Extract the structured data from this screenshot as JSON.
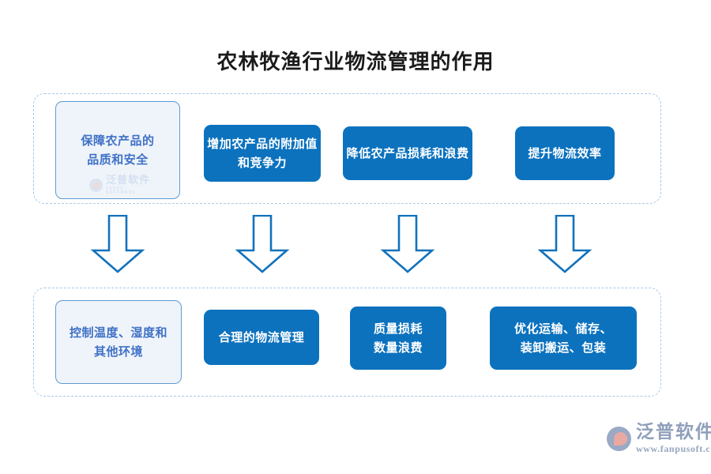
{
  "page": {
    "title": "农林牧渔行业物流管理的作用",
    "background": "#ffffff",
    "accent_blue": "#0C72BE",
    "light_fill": "#EFF4FA",
    "light_text": "#3F71C6",
    "dashed_border": "#a9c7ea"
  },
  "row1": {
    "nodes": [
      {
        "id": "r1c1",
        "style": "light",
        "lines": [
          "保障农产品的",
          "品质和安全"
        ],
        "watermark": {
          "cn": "泛普软件",
          "en": "FANPU SOFTWARE"
        }
      },
      {
        "id": "r1c2",
        "style": "solid",
        "lines": [
          "增加农产品的附加值",
          "和竞争力"
        ]
      },
      {
        "id": "r1c3",
        "style": "solid",
        "lines": [
          "降低农产品损耗和浪费"
        ]
      },
      {
        "id": "r1c4",
        "style": "solid",
        "lines": [
          "提升物流效率"
        ]
      }
    ]
  },
  "arrows": {
    "direction": "down",
    "count": 4,
    "color": "#1272BC",
    "fill": "none",
    "labels": [
      "arrow-down-1",
      "arrow-down-2",
      "arrow-down-3",
      "arrow-down-4"
    ]
  },
  "row2": {
    "nodes": [
      {
        "id": "r2c1",
        "style": "light",
        "lines": [
          "控制温度、湿度和",
          "其他环境"
        ]
      },
      {
        "id": "r2c2",
        "style": "solid",
        "lines": [
          "合理的物流管理"
        ]
      },
      {
        "id": "r2c3",
        "style": "solid",
        "lines": [
          "质量损耗",
          "数量浪费"
        ]
      },
      {
        "id": "r2c4",
        "style": "solid",
        "lines": [
          "优化运输、储存、",
          "装卸搬运、包装"
        ]
      }
    ]
  },
  "brand": {
    "name": "泛普软件",
    "url": "www.fanpusoft.com"
  }
}
